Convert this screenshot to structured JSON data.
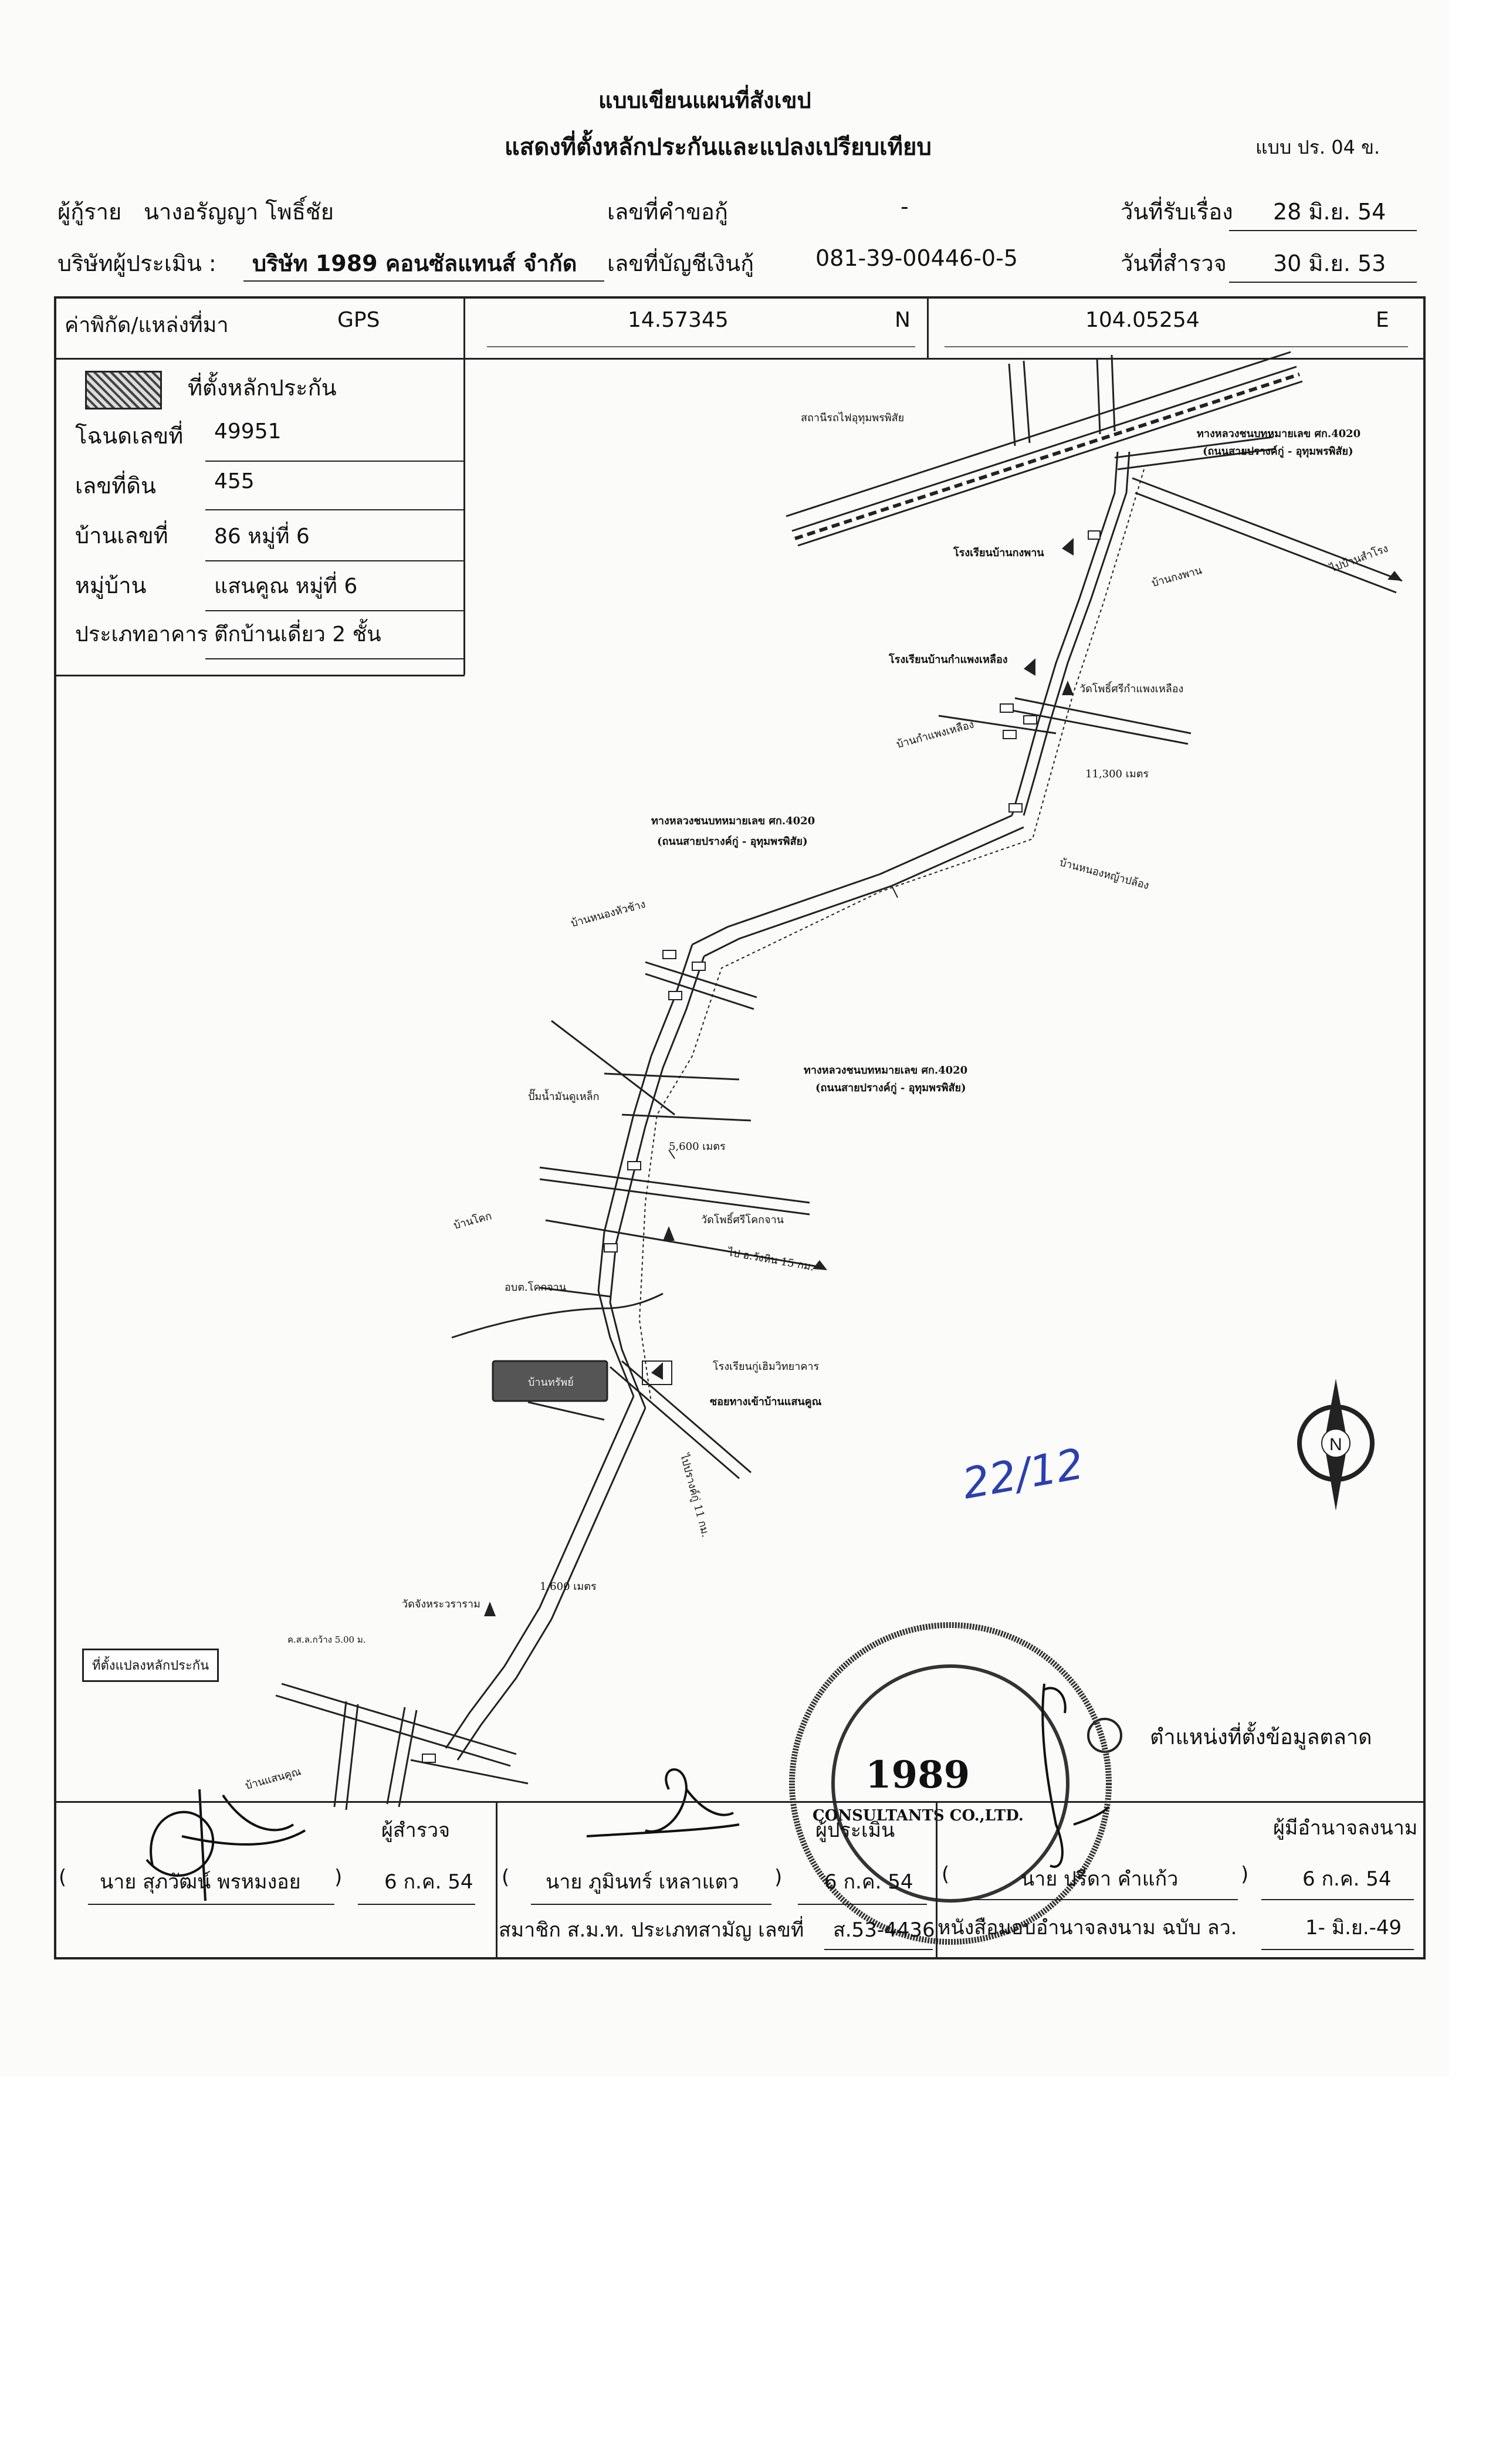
{
  "header": {
    "title_line1": "แบบเขียนแผนที่สังเขป",
    "title_line2": "แสดงที่ตั้งหลักประกันและแปลงเปรียบเทียบ",
    "form_no": "แบบ ปร. 04 ข."
  },
  "info": {
    "borrower_label": "ผู้กู้ราย",
    "borrower_value": "นางอรัญญา โพธิ์ชัย",
    "request_no_label": "เลขที่คำขอกู้",
    "request_no_value": "-",
    "received_date_label": "วันที่รับเรื่อง",
    "received_date_value": "28 มิ.ย. 54",
    "appraiser_company_label": "บริษัทผู้ประเมิน :",
    "appraiser_company_value": "บริษัท 1989 คอนซัลแทนส์ จำกัด",
    "loan_account_label": "เลขที่บัญชีเงินกู้",
    "loan_account_value": "081-39-00446-0-5",
    "survey_date_label": "วันที่สำรวจ",
    "survey_date_value": "30 มิ.ย. 53"
  },
  "coordinates": {
    "label": "ค่าพิกัด/แหล่งที่มา",
    "source": "GPS",
    "lat": "14.57345",
    "lat_dir": "N",
    "lon": "104.05254",
    "lon_dir": "E"
  },
  "legend": {
    "title": "ที่ตั้งหลักประกัน",
    "rows": [
      {
        "label": "โฉนดเลขที่",
        "value": "49951"
      },
      {
        "label": "เลขที่ดิน",
        "value": "455"
      },
      {
        "label": "บ้านเลขที่",
        "value": "86 หมู่ที่ 6"
      },
      {
        "label": "หมู่บ้าน",
        "value": "แสนคูณ หมู่ที่ 6"
      }
    ],
    "building_type_label": "ประเภทอาคาร",
    "building_type_value": "ตึกบ้านเดี่ยว 2 ชั้น"
  },
  "map_labels": {
    "railway_station": "สถานีรถไฟอุทุมพรพิสัย",
    "highway_top": "ทางหลวงชนบทหมายเลข ศก.4020",
    "highway_top_sub": "(ถนนสายปรางค์กู่ - อุทุมพรพิสัย)",
    "highway_mid": "ทางหลวงชนบทหมายเลข ศก.4020",
    "highway_mid_sub": "(ถนนสายปรางค์กู่ - อุทุมพรพิสัย)",
    "highway_low": "ทางหลวงชนบทหมายเลข ศก.4020",
    "highway_low_sub": "(ถนนสายปรางค์กู่ - อุทุมพรพิสัย)",
    "to_ban_sambot": "ไปบ้านสำโรง",
    "school_1": "โรงเรียนบ้านกงพาน",
    "ban_kongphan": "บ้านกงพาน",
    "school_2": "โรงเรียนบ้านกำแพงเหลือง",
    "wat_1": "วัดโพธิ์ศรีกำแพงเหลือง",
    "ban_kamphaeng": "บ้านกำแพงเหลือง",
    "dist_11300": "11,300 เมตร",
    "ban_nong": "บ้านหนองหญ้าปล้อง",
    "ban_nong_khai": "บ้านหนองหัวช้าง",
    "pump": "ปั๊มน้ำมันดูเหล็ก",
    "dist_5600": "5,600 เมตร",
    "ban_khok": "บ้านโคก",
    "wat_2": "วัดโพธิ์ศรีโคกจาน",
    "to_amphoe": "ไป อ.วังหิน 15 กม.",
    "abt": "อบต.โคกจาน",
    "school_3": "โรงเรียนกู่เฮิมวิทยาคาร",
    "subject_box": "บ้านทรัพย์",
    "entrance": "ซอยทางเข้าบ้านแสนคูณ",
    "to_prangku": "ไปปรางค์กู่ 11 กม.",
    "dist_1600": "1,600 เมตร",
    "wat_3": "วัดจังหระวราราม",
    "collateral_plot": "ที่ตั้งแปลงหลักประกัน",
    "road_note": "ค.ส.ล.กว้าง 5.00 ม.",
    "ban_saenkhun": "บ้านแสนคูณ",
    "north": "N",
    "market_data": "ตำแหน่งที่ตั้งข้อมูลตลาด",
    "handwritten": "22/12"
  },
  "signatures": {
    "surveyor_title": "ผู้สำรวจ",
    "surveyor_name": "นาย สุภวัฒน์ พรหมงอย",
    "surveyor_date": "6 ก.ค. 54",
    "appraiser_title": "ผู้ประเมิน",
    "appraiser_name": "นาย ภูมินทร์ เหลาแตว",
    "appraiser_date": "6 ก.ค. 54",
    "member_label": "สมาชิก ส.ม.ท. ประเภทสามัญ เลขที่",
    "member_no": "ส.53-4436",
    "authorized_title": "ผู้มีอำนาจลงนาม",
    "authorized_name": "นาย ปรีดา คำแก้ว",
    "authorized_date": "6 ก.ค. 54",
    "authority_label": "หนังสือมอบอำนาจลงนาม ฉบับ ลว.",
    "authority_date": "1- มิ.ย.-49",
    "stamp_text": "1989",
    "stamp_sub": "CONSULTANTS CO.,LTD."
  }
}
